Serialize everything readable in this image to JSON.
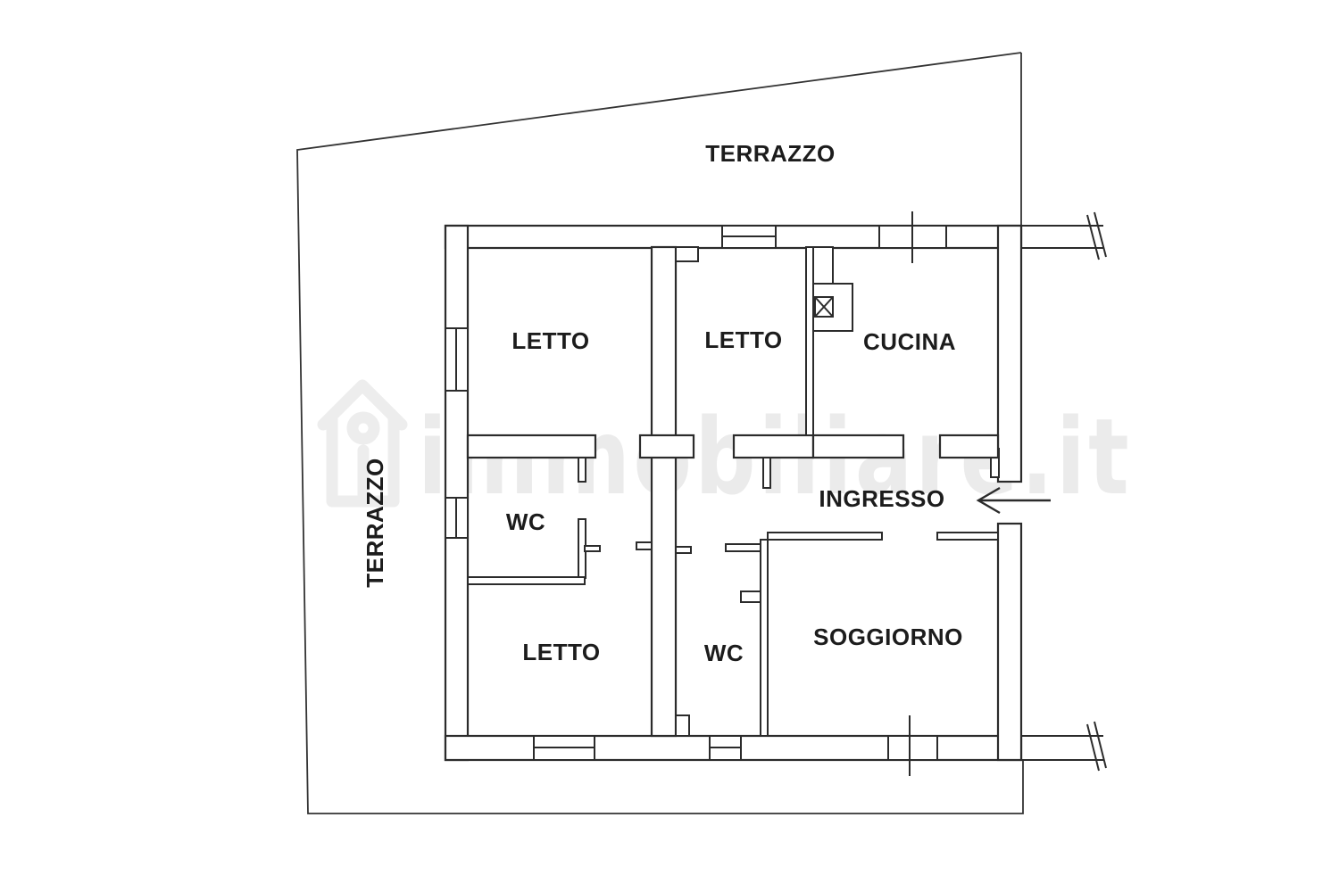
{
  "document": {
    "type": "apartment-floor-plan"
  },
  "watermark": {
    "text": "immobiliare.it",
    "color": "#ebebeb"
  },
  "colors": {
    "wall": "#2b2b2b",
    "background": "#ffffff",
    "label": "#1c1c1c",
    "terrace_line": "#333333",
    "watermark": "#ebebeb"
  },
  "rooms": {
    "terrace_top": "TERRAZZO",
    "terrace_left": "TERRAZZO",
    "bedroom_top_left": "LETTO",
    "bedroom_top_middle": "LETTO",
    "kitchen": "CUCINA",
    "bathroom_upper": "WC",
    "entrance_hall": "INGRESSO",
    "bedroom_bottom": "LETTO",
    "bathroom_lower": "WC",
    "living_room": "SOGGIORNO"
  }
}
